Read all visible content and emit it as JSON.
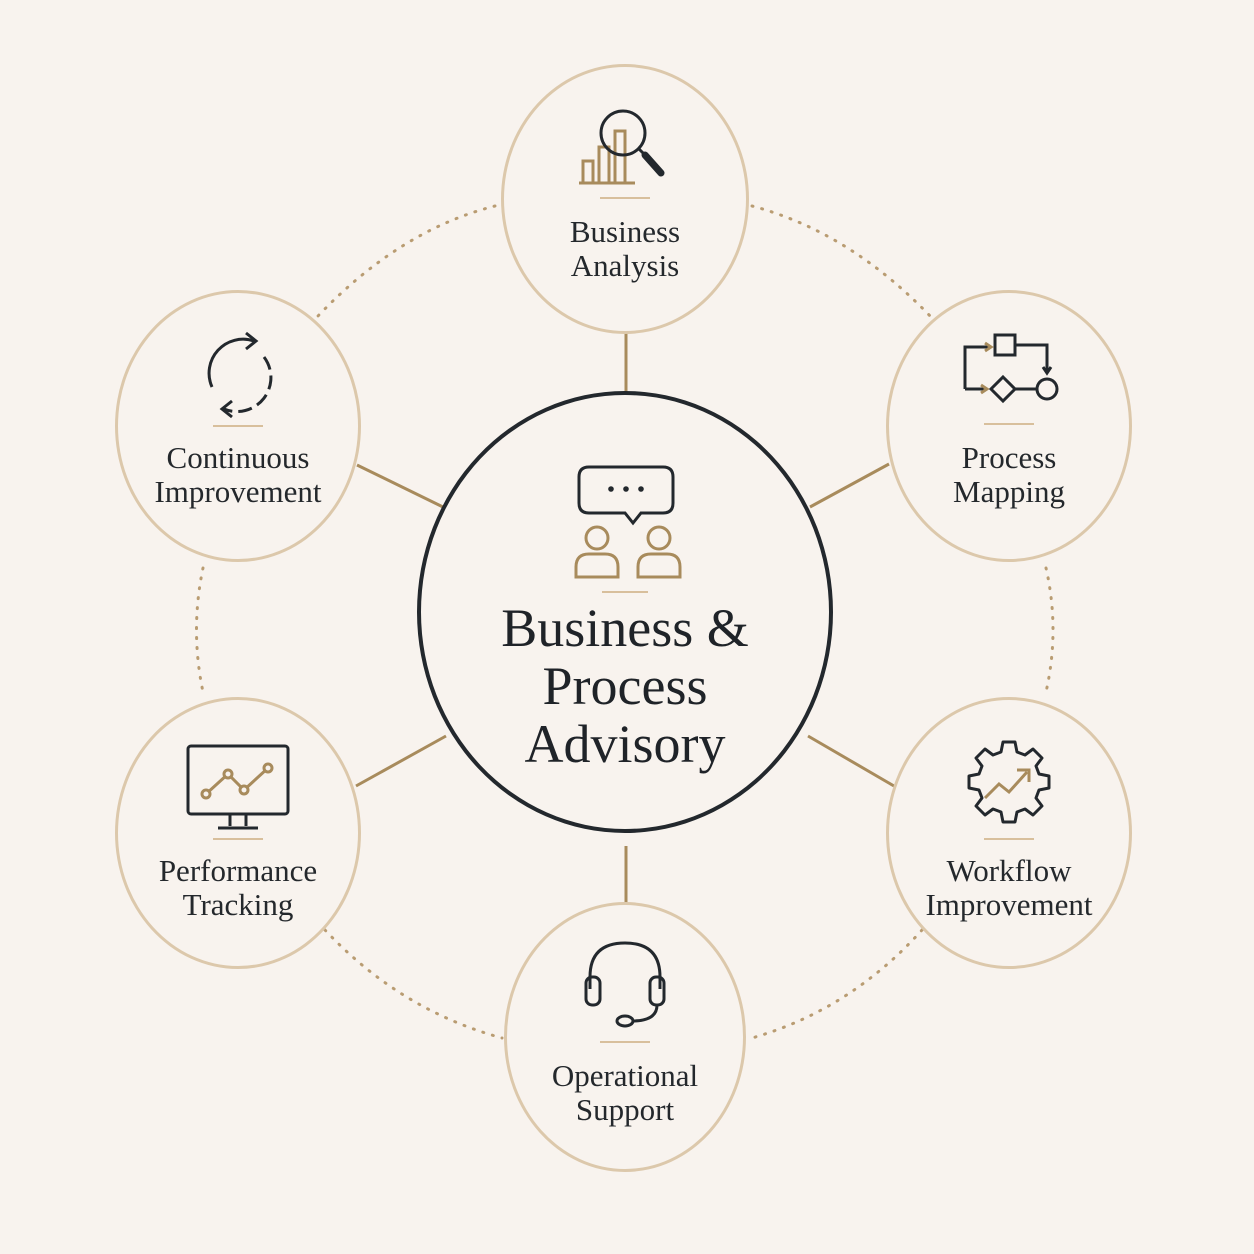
{
  "center": {
    "title_lines": [
      "Business &",
      "Process",
      "Advisory"
    ],
    "icon": "consultation-icon"
  },
  "nodes": [
    {
      "id": "business-analysis",
      "label_lines": [
        "Business",
        "Analysis"
      ],
      "icon": "magnifier-chart-icon"
    },
    {
      "id": "process-mapping",
      "label_lines": [
        "Process",
        "Mapping"
      ],
      "icon": "flowchart-icon"
    },
    {
      "id": "workflow-improvement",
      "label_lines": [
        "Workflow",
        "Improvement"
      ],
      "icon": "gear-trend-icon"
    },
    {
      "id": "operational-support",
      "label_lines": [
        "Operational",
        "Support"
      ],
      "icon": "headset-icon"
    },
    {
      "id": "performance-tracking",
      "label_lines": [
        "Performance",
        "Tracking"
      ],
      "icon": "monitor-chart-icon"
    },
    {
      "id": "continuous-improvement",
      "label_lines": [
        "Continuous",
        "Improvement"
      ],
      "icon": "cycle-arrows-icon"
    }
  ],
  "colors": {
    "background": "#f8f3ee",
    "accent_gold": "#a88b5c",
    "node_ring": "#dcc8ab",
    "center_ring": "#23282d",
    "text": "#1f2328"
  }
}
